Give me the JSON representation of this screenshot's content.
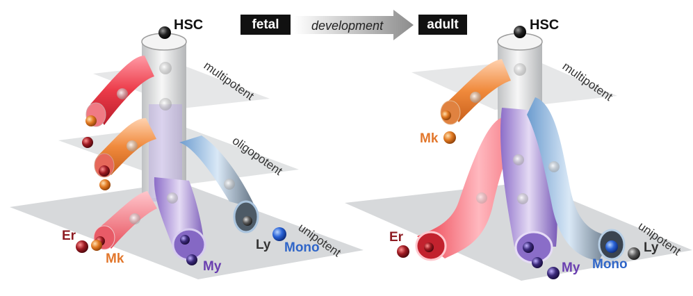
{
  "header": {
    "fetal": "fetal",
    "development": "development",
    "adult": "adult"
  },
  "fetal_panel": {
    "root": "HSC",
    "levels": [
      "multipotent",
      "oligopotent",
      "unipotent"
    ],
    "cells": {
      "er": "Er",
      "mk": "Mk",
      "my": "My",
      "ly": "Ly",
      "mono": "Mono"
    }
  },
  "adult_panel": {
    "root": "HSC",
    "levels": [
      "multipotent",
      "unipotent"
    ],
    "cells": {
      "mk": "Mk",
      "er": "Er",
      "my": "My",
      "mono": "Mono",
      "ly": "Ly"
    }
  },
  "colors": {
    "erythroid": "#e8323f",
    "megakaryocyte": "#f08a3c",
    "myeloid": "#8b6fc7",
    "lymphoid": "#7aa8d6",
    "mono_label": "#3066c8",
    "plane": "#d7d9db",
    "stem": "#e9eaeb"
  }
}
